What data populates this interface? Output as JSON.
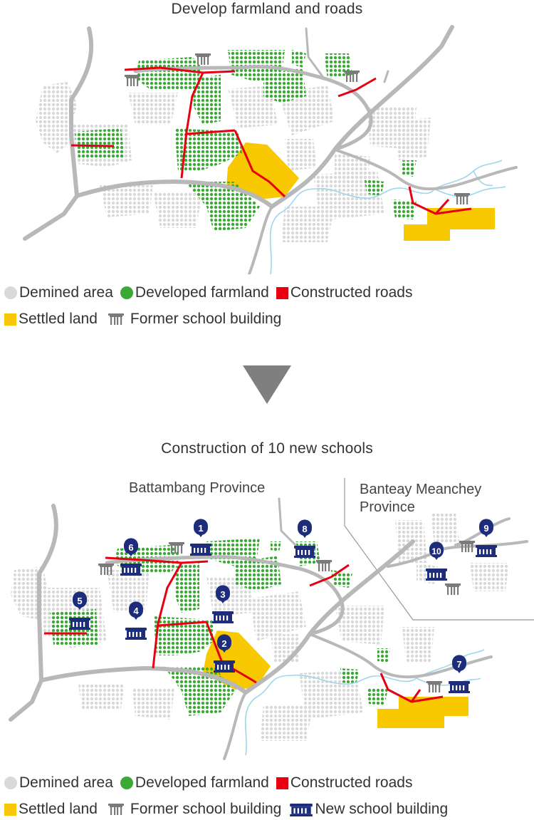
{
  "top": {
    "title": "Develop farmland and roads"
  },
  "bottom": {
    "title": "Construction of 10 new schools",
    "province_battambang": "Battambang Province",
    "province_banteay_line1": "Banteay Meanchey",
    "province_banteay_line2": "Province",
    "markers": [
      "1",
      "2",
      "3",
      "4",
      "5",
      "6",
      "7",
      "8",
      "9",
      "10"
    ]
  },
  "legend": {
    "demined": "Demined area",
    "farmland": "Developed farmland",
    "roads": "Constructed roads",
    "settled": "Settled land",
    "former_school": "Former school building",
    "new_school": "New school building"
  },
  "colors": {
    "demined": "#d9d9d9",
    "farmland": "#3aa935",
    "roads": "#e60012",
    "settled": "#f8c800",
    "former_school": "#7a7a7a",
    "new_school": "#1d2d7b",
    "main_road": "#b8b8b8",
    "river": "#9fd6ee",
    "arrow": "#7f7f7f"
  },
  "icons": {
    "former_school": "school-building-icon",
    "new_school": "new-school-building-icon",
    "marker": "map-pin-icon",
    "arrow": "down-triangle-icon"
  }
}
